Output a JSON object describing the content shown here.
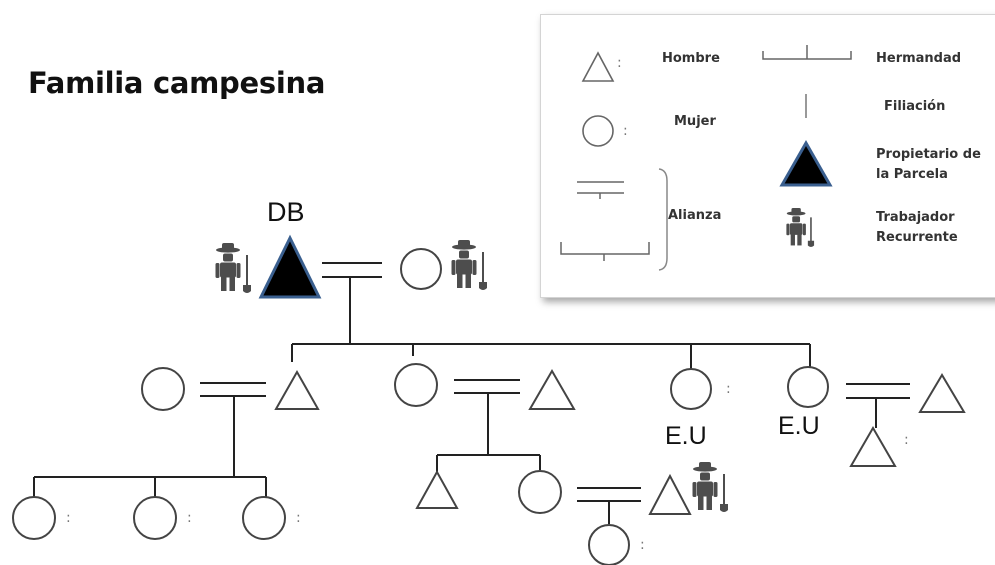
{
  "title": "Familia campesina",
  "legend": {
    "hombre": "Hombre",
    "mujer": "Mujer",
    "alianza": "Alianza",
    "hermandad": "Hermandad",
    "filiacion": "Filiación",
    "propietario": "Propietario de la Parcela",
    "trabajador": "Trabajador Recurrente"
  },
  "labels": {
    "db": "DB",
    "eu_1": "E.U",
    "eu_2": "E.U"
  },
  "colors": {
    "owner_fill": "#000000",
    "owner_stroke": "#3a5f8f",
    "line": "#222222",
    "symbol": "#444444",
    "farmer_icon": "#4d4d4d"
  },
  "icons": [
    "farmer-icon",
    "triangle-male",
    "circle-female",
    "triangle-owner"
  ]
}
